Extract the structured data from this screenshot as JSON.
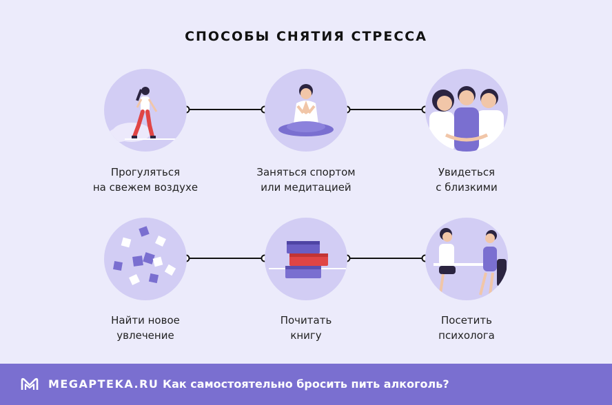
{
  "title": "СПОСОБЫ СНЯТИЯ СТРЕССА",
  "items": [
    {
      "line1": "Прогуляться",
      "line2": "на свежем воздухе",
      "icon": "walking-woman-icon"
    },
    {
      "line1": "Заняться спортом",
      "line2": "или медитацией",
      "icon": "meditation-icon"
    },
    {
      "line1": "Увидеться",
      "line2": "с близкими",
      "icon": "family-hug-icon"
    },
    {
      "line1": "Найти новое",
      "line2": "увлечение",
      "icon": "puzzle-pieces-icon"
    },
    {
      "line1": "Почитать",
      "line2": "книгу",
      "icon": "books-icon"
    },
    {
      "line1": "Посетить",
      "line2": "психолога",
      "icon": "psychologist-session-icon"
    }
  ],
  "footer": {
    "brand": "MEGAPTEKA.RU",
    "text": "Как самостоятельно бросить пить алкоголь?"
  },
  "colors": {
    "background": "#ecebfb",
    "circle": "#d2cdf4",
    "accent": "#7a6fd0",
    "footer": "#7a6fd0"
  }
}
